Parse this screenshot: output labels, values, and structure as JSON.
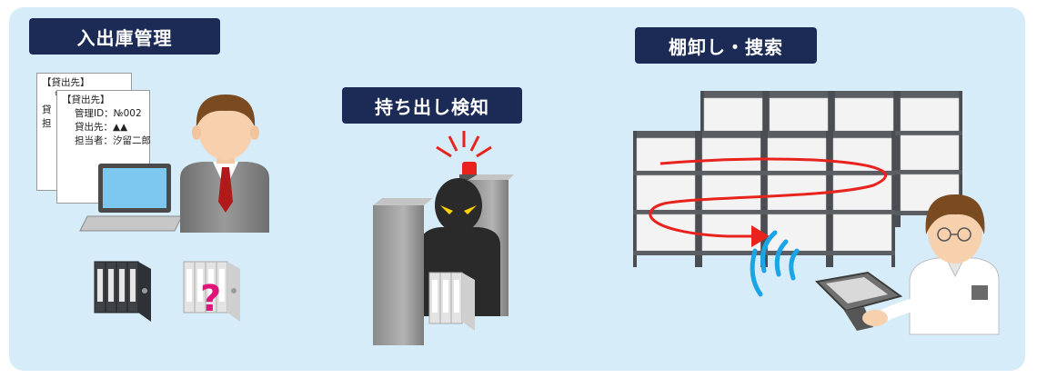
{
  "sections": {
    "inout": "入出庫管理",
    "detect": "持ち出し検知",
    "inventory": "棚卸し・捜索"
  },
  "doc_back": {
    "line1": "【貸出先】",
    "line2": "管",
    "line3": "貸",
    "line4": "担"
  },
  "doc_front": {
    "header": "【貸出先】",
    "id": "管理ID：№002",
    "lender": "貸出先：▲▲",
    "owner": "担当者：汐留二郎"
  },
  "missing_mark": "?",
  "colors": {
    "badge": "#1b2b55",
    "panel": "#d6ecf8",
    "alarm": "#e8231e",
    "route": "#e8231e",
    "signal": "#1aa5e6",
    "question": "#e0157a"
  }
}
